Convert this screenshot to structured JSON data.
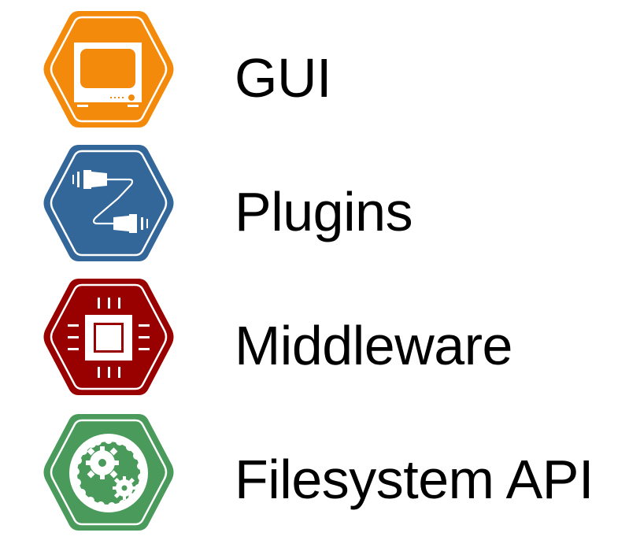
{
  "layers": [
    {
      "label": "GUI",
      "icon": "monitor-icon",
      "color": "#f48a0c"
    },
    {
      "label": "Plugins",
      "icon": "cable-plug-icon",
      "color": "#336699"
    },
    {
      "label": "Middleware",
      "icon": "chip-icon",
      "color": "#990000"
    },
    {
      "label": "Filesystem API",
      "icon": "gears-icon",
      "color": "#4a9a5c"
    }
  ]
}
